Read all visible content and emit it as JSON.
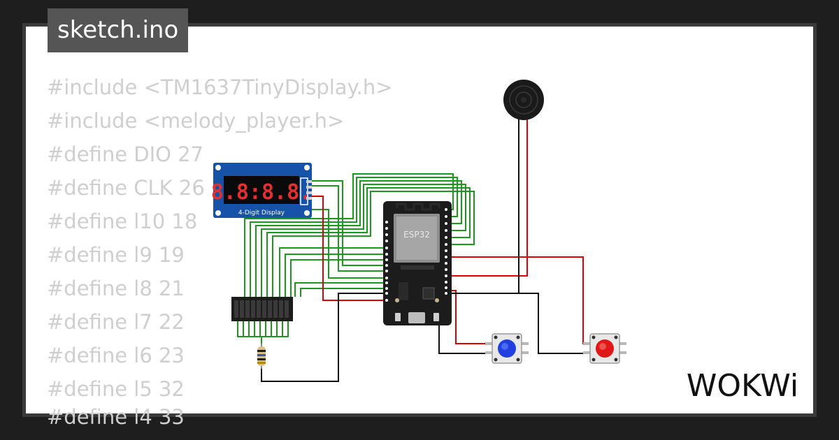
{
  "tab": {
    "filename": "sketch.ino"
  },
  "code_lines": [
    "#include <TM1637TinyDisplay.h>",
    "#include <melody_player.h>",
    "#define DIO 27",
    "#define CLK 26",
    "#define l10 18",
    "#define l9 19",
    "#define l8 21",
    "#define l7 22",
    "#define l6 23",
    "#define l5 32",
    "#define l4 33"
  ],
  "display": {
    "digits": "8.8:8.8.",
    "label": "4-Digit Display"
  },
  "mcu": {
    "label": "ESP32"
  },
  "brand": {
    "logo_text": "WOKWi"
  },
  "colors": {
    "background": "#1e1e1e",
    "card": "#ffffff",
    "code_text": "#cfcfcf",
    "tab_bg": "#555555",
    "wire_green": "#1a9a1a",
    "wire_red": "#e00000",
    "wire_black": "#111111",
    "board": "#1c1c1c",
    "display_board": "#1652a8",
    "button_blue": "#1f3fe0",
    "button_red": "#e01818"
  },
  "icons": {
    "buzzer": "buzzer-icon",
    "resistor": "resistor-icon",
    "led_bar": "led-bar-graph-icon"
  }
}
